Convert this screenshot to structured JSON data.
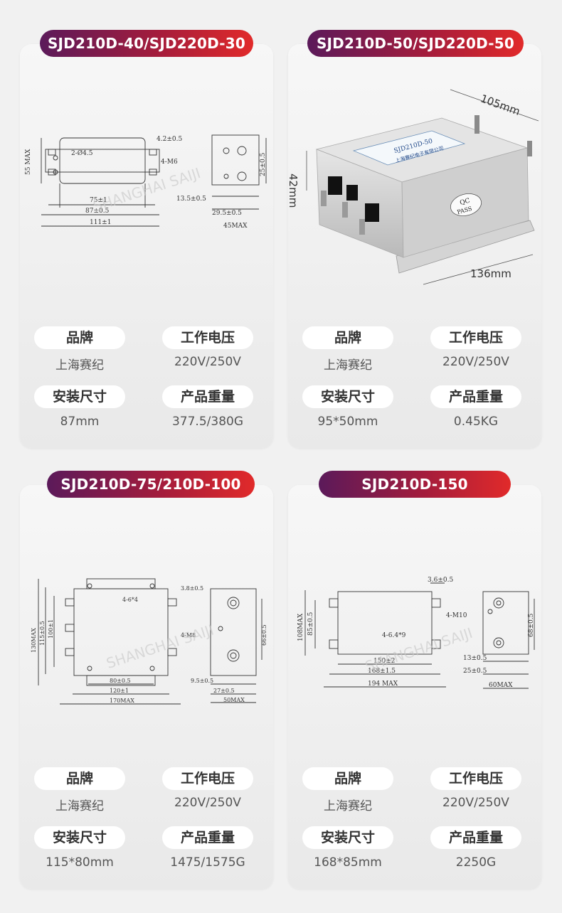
{
  "products": [
    {
      "title": "SJD210D-40/SJD220D-30",
      "specs": [
        {
          "label": "品牌",
          "value": "上海赛纪"
        },
        {
          "label": "工作电压",
          "value": "220V/250V"
        },
        {
          "label": "安装尺寸",
          "value": "87mm"
        },
        {
          "label": "产品重量",
          "value": "377.5/380G"
        }
      ],
      "drawing": {
        "dims": [
          "55 MAX",
          "2-Ø4.5",
          "4.2±0.5",
          "4-M6",
          "75±1",
          "87±0.5",
          "111±1",
          "13.5±0.5",
          "25±0.5",
          "29.5±0.5",
          "45MAX"
        ],
        "watermark": "SHANGHAI SAIJI"
      }
    },
    {
      "title": "SJD210D-50/SJD220D-50",
      "specs": [
        {
          "label": "品牌",
          "value": "上海赛纪"
        },
        {
          "label": "工作电压",
          "value": "220V/250V"
        },
        {
          "label": "安装尺寸",
          "value": "95*50mm"
        },
        {
          "label": "产品重量",
          "value": "0.45KG"
        }
      ],
      "photo": {
        "dims": [
          "105mm",
          "42mm",
          "136mm"
        ],
        "label_model": "SJD210D-50",
        "label_maker": "上海赛纪电子有限公司",
        "qc": "QC",
        "pass": "PASS"
      }
    },
    {
      "title": "SJD210D-75/210D-100",
      "specs": [
        {
          "label": "品牌",
          "value": "上海赛纪"
        },
        {
          "label": "工作电压",
          "value": "220V/250V"
        },
        {
          "label": "安装尺寸",
          "value": "115*80mm"
        },
        {
          "label": "产品重量",
          "value": "1475/1575G"
        }
      ],
      "drawing": {
        "dims": [
          "130MAX",
          "115±0.5",
          "100±1",
          "4-6*4",
          "3.8±0.5",
          "4-M8",
          "80±0.5",
          "120±1",
          "170MAX",
          "66±0.5",
          "9.5±0.5",
          "27±0.5",
          "50MAX"
        ],
        "watermark": "SHANGHAI SAIJI"
      }
    },
    {
      "title": "SJD210D-150",
      "specs": [
        {
          "label": "品牌",
          "value": "上海赛纪"
        },
        {
          "label": "工作电压",
          "value": "220V/250V"
        },
        {
          "label": "安装尺寸",
          "value": "168*85mm"
        },
        {
          "label": "产品重量",
          "value": "2250G"
        }
      ],
      "drawing": {
        "dims": [
          "108MAX",
          "85±0.5",
          "3.6±0.5",
          "4-M10",
          "4-6.4*9",
          "150±2",
          "168±1.5",
          "194 MAX",
          "68±0.5",
          "13±0.5",
          "25±0.5",
          "60MAX"
        ],
        "watermark": "SHANGHAI SAIJI"
      }
    }
  ]
}
